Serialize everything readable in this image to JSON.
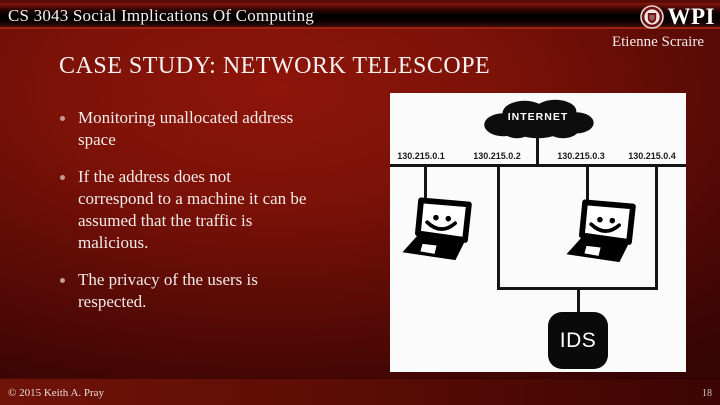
{
  "header": {
    "course_title": "CS 3043 Social Implications Of Computing",
    "logo_text": "WPI",
    "author": "Etienne Scraire"
  },
  "slide": {
    "title": "CASE STUDY: NETWORK TELESCOPE",
    "bullets": [
      "Monitoring unallocated address\nspace",
      "If the address does not\ncorrespond to a machine it can be\nassumed that the traffic is\nmalicious.",
      "The privacy of the users is\nrespected."
    ]
  },
  "diagram": {
    "cloud_label": "INTERNET",
    "ip_addresses": [
      "130.215.0.1",
      "130.215.0.2",
      "130.215.0.3",
      "130.215.0.4"
    ],
    "ids_label": "IDS"
  },
  "footer": {
    "copyright": "© 2015 Keith A. Pray",
    "page_number": "18"
  },
  "colors": {
    "background_red": "#8e150a",
    "background_dark": "#3a0503",
    "header_bar": "#000000",
    "accent_line_red": "#9e220f",
    "diagram_panel": "#fcfbfb",
    "text": "#f2ebe9"
  }
}
